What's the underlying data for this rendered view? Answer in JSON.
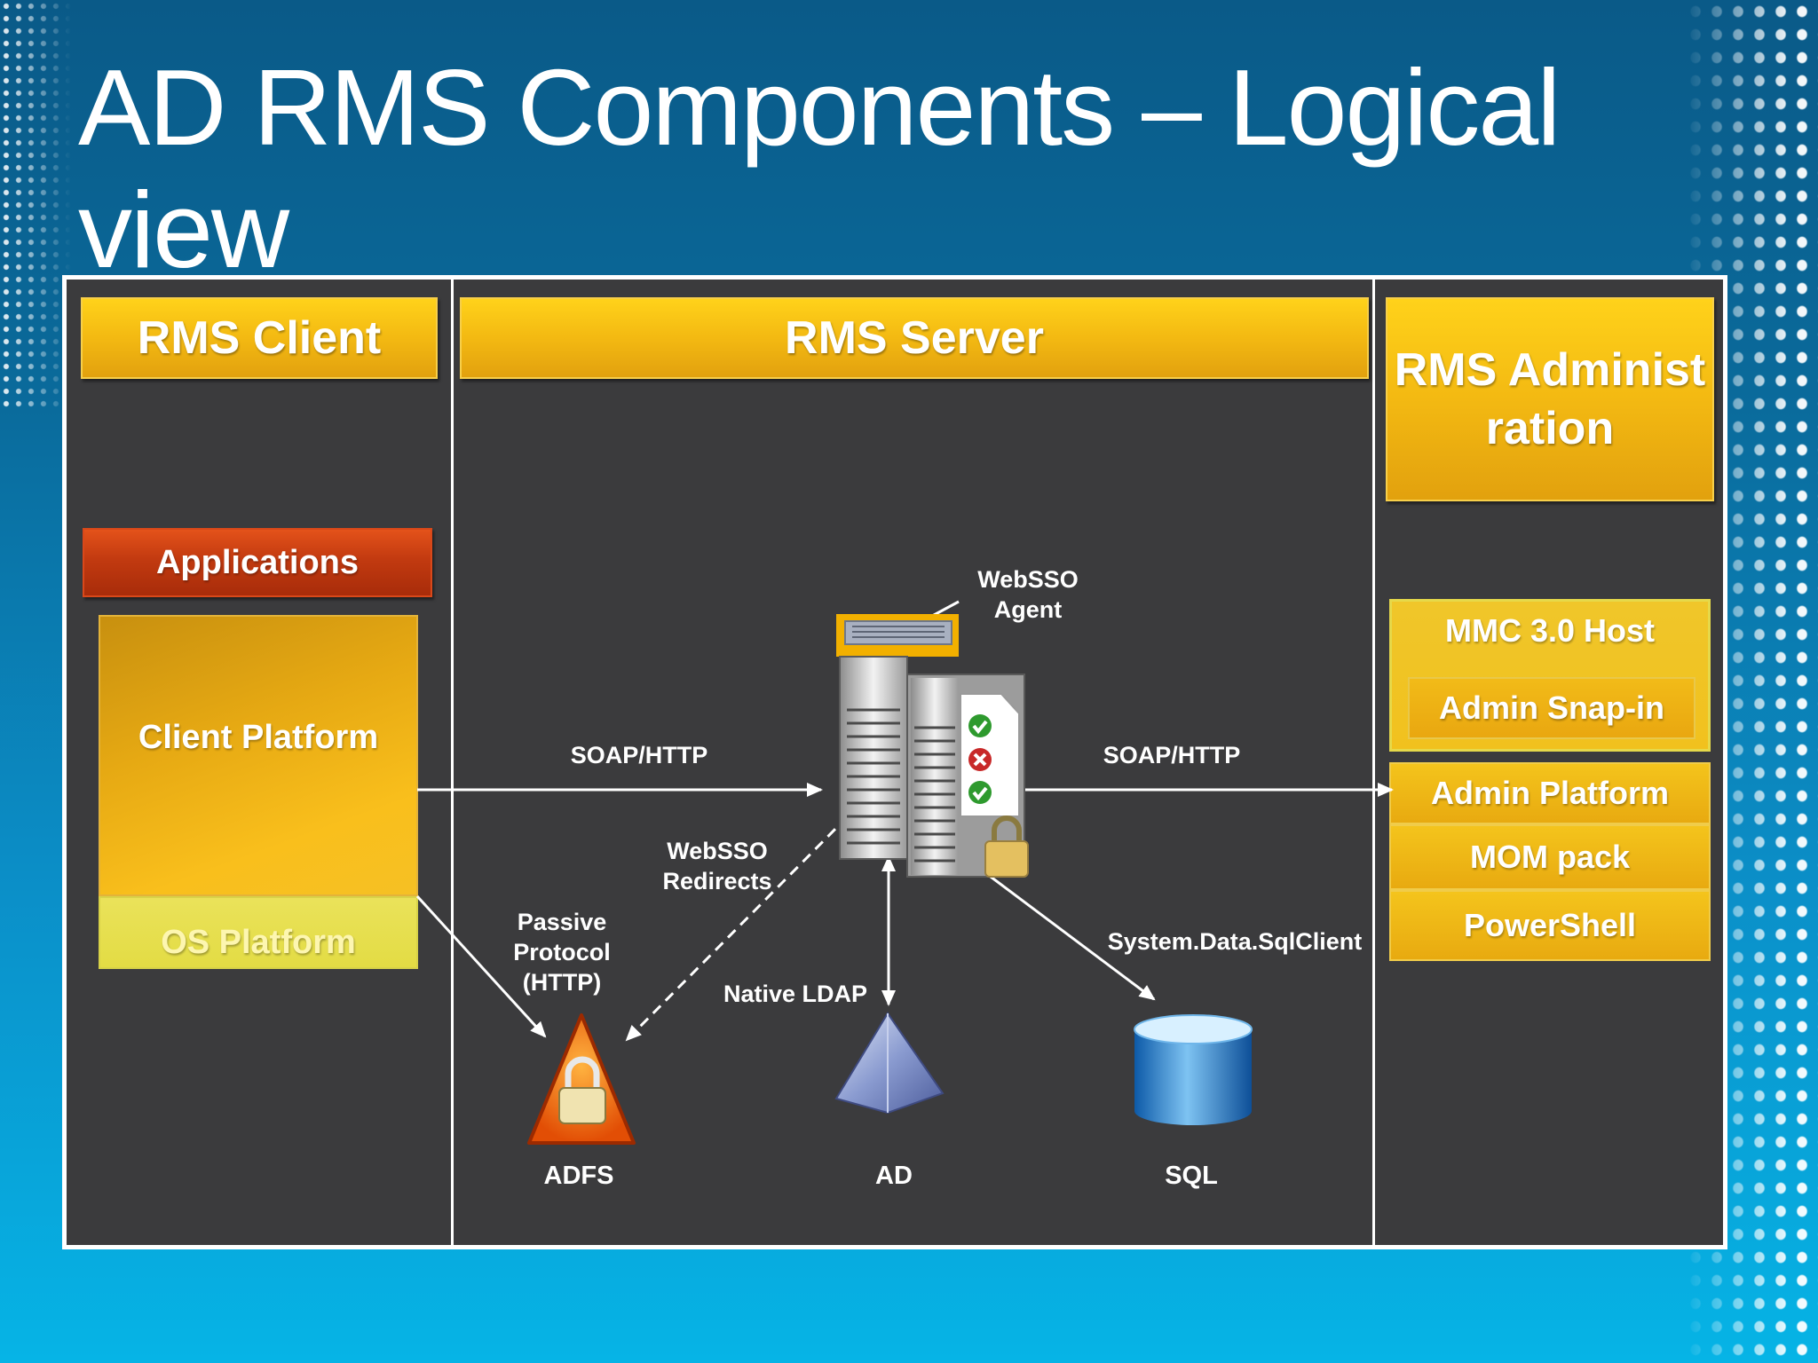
{
  "title": "AD RMS Components – Logical view",
  "columns": {
    "client": "RMS Client",
    "server": "RMS Server",
    "admin": "RMS Administration"
  },
  "client": {
    "applications": "Applications",
    "client_platform": "Client Platform",
    "os_platform": "OS Platform"
  },
  "admin": {
    "mmc_host": "MMC 3.0 Host",
    "admin_snapin": "Admin Snap-in",
    "admin_platform": "Admin Platform",
    "mom_pack": "MOM pack",
    "powershell": "PowerShell"
  },
  "server": {
    "websso_agent": "WebSSO\nAgent",
    "soap_left": "SOAP/HTTP",
    "soap_right": "SOAP/HTTP",
    "websso_redirects": "WebSSO\nRedirects",
    "passive_protocol": "Passive\nProtocol\n(HTTP)",
    "native_ldap": "Native LDAP",
    "sqlclient": "System.Data.SqlClient",
    "adfs": "ADFS",
    "ad": "AD",
    "sql": "SQL"
  },
  "colors": {
    "panel": "#3b3b3d",
    "header_gold": "#f3b912",
    "applications_red": "#c23a10",
    "background_blue": "#0b8fc8"
  },
  "icons": [
    "server-icon",
    "adfs-lock-icon",
    "ad-pyramid-icon",
    "sql-database-icon",
    "check-icon",
    "x-icon",
    "padlock-icon"
  ]
}
